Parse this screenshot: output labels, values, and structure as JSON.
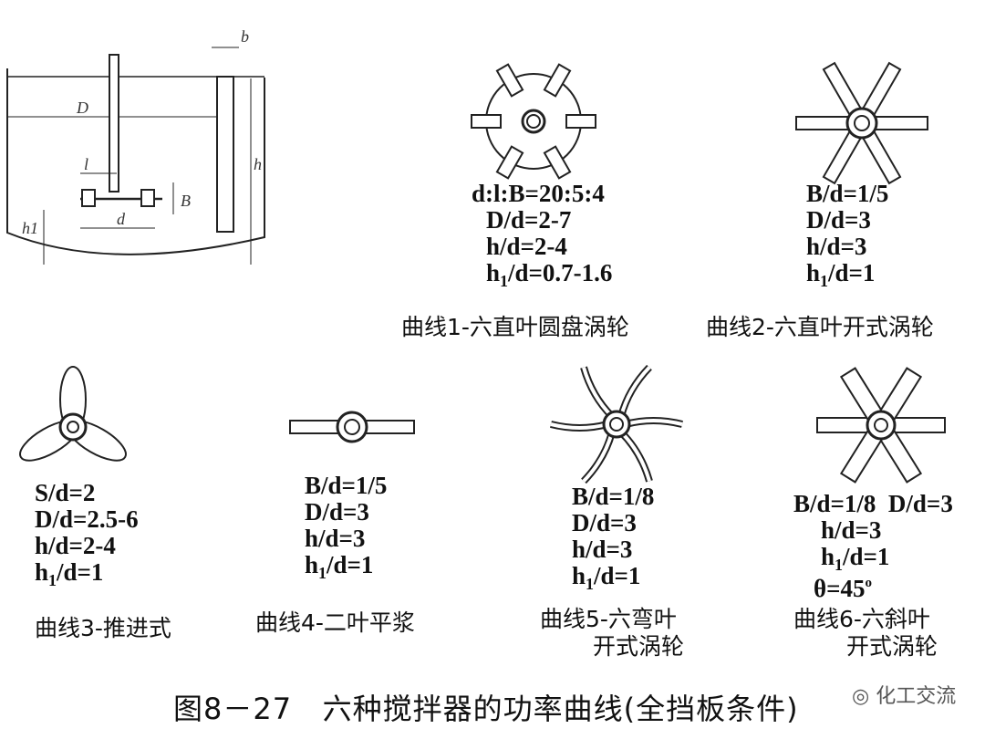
{
  "tank_schematic": {
    "dims": [
      "b",
      "D",
      "h",
      "l",
      "B",
      "d",
      "h1"
    ]
  },
  "impellers": [
    {
      "caption": [
        "曲线1-六直叶圆盘涡轮"
      ],
      "params": [
        {
          "base": "d:l:B=20:5:4"
        },
        {
          "base": "D/d=2-7"
        },
        {
          "base": "h/d=2-4"
        },
        {
          "pre": "h",
          "sub": "1",
          "post": "/d=0.7-1.6"
        }
      ]
    },
    {
      "caption": [
        "曲线2-六直叶开式涡轮"
      ],
      "params": [
        {
          "base": "B/d=1/5"
        },
        {
          "base": "D/d=3"
        },
        {
          "base": "h/d=3"
        },
        {
          "pre": "h",
          "sub": "1",
          "post": "/d=1"
        }
      ]
    },
    {
      "caption": [
        "曲线3-推进式"
      ],
      "params": [
        {
          "base": "S/d=2"
        },
        {
          "base": "D/d=2.5-6"
        },
        {
          "base": "h/d=2-4"
        },
        {
          "pre": "h",
          "sub": "1",
          "post": "/d=1"
        }
      ]
    },
    {
      "caption": [
        "曲线4-二叶平浆"
      ],
      "params": [
        {
          "base": "B/d=1/5"
        },
        {
          "base": "D/d=3"
        },
        {
          "base": "h/d=3"
        },
        {
          "pre": "h",
          "sub": "1",
          "post": "/d=1"
        }
      ]
    },
    {
      "caption": [
        "曲线5-六弯叶",
        "开式涡轮"
      ],
      "params": [
        {
          "base": "B/d=1/8"
        },
        {
          "base": "D/d=3"
        },
        {
          "base": "h/d=3"
        },
        {
          "pre": "h",
          "sub": "1",
          "post": "/d=1"
        }
      ]
    },
    {
      "caption": [
        "曲线6-六斜叶",
        "开式涡轮"
      ],
      "params": [
        {
          "base": "B/d=1/8  D/d=3"
        },
        {
          "base": "h/d=3"
        },
        {
          "pre": "h",
          "sub": "1",
          "post": "/d=1"
        },
        {
          "pre": "θ=45",
          "sup": "o"
        }
      ]
    }
  ],
  "figure_title": "图8－27   六种搅拌器的功率曲线(全挡板条件)",
  "watermark": "化工交流"
}
